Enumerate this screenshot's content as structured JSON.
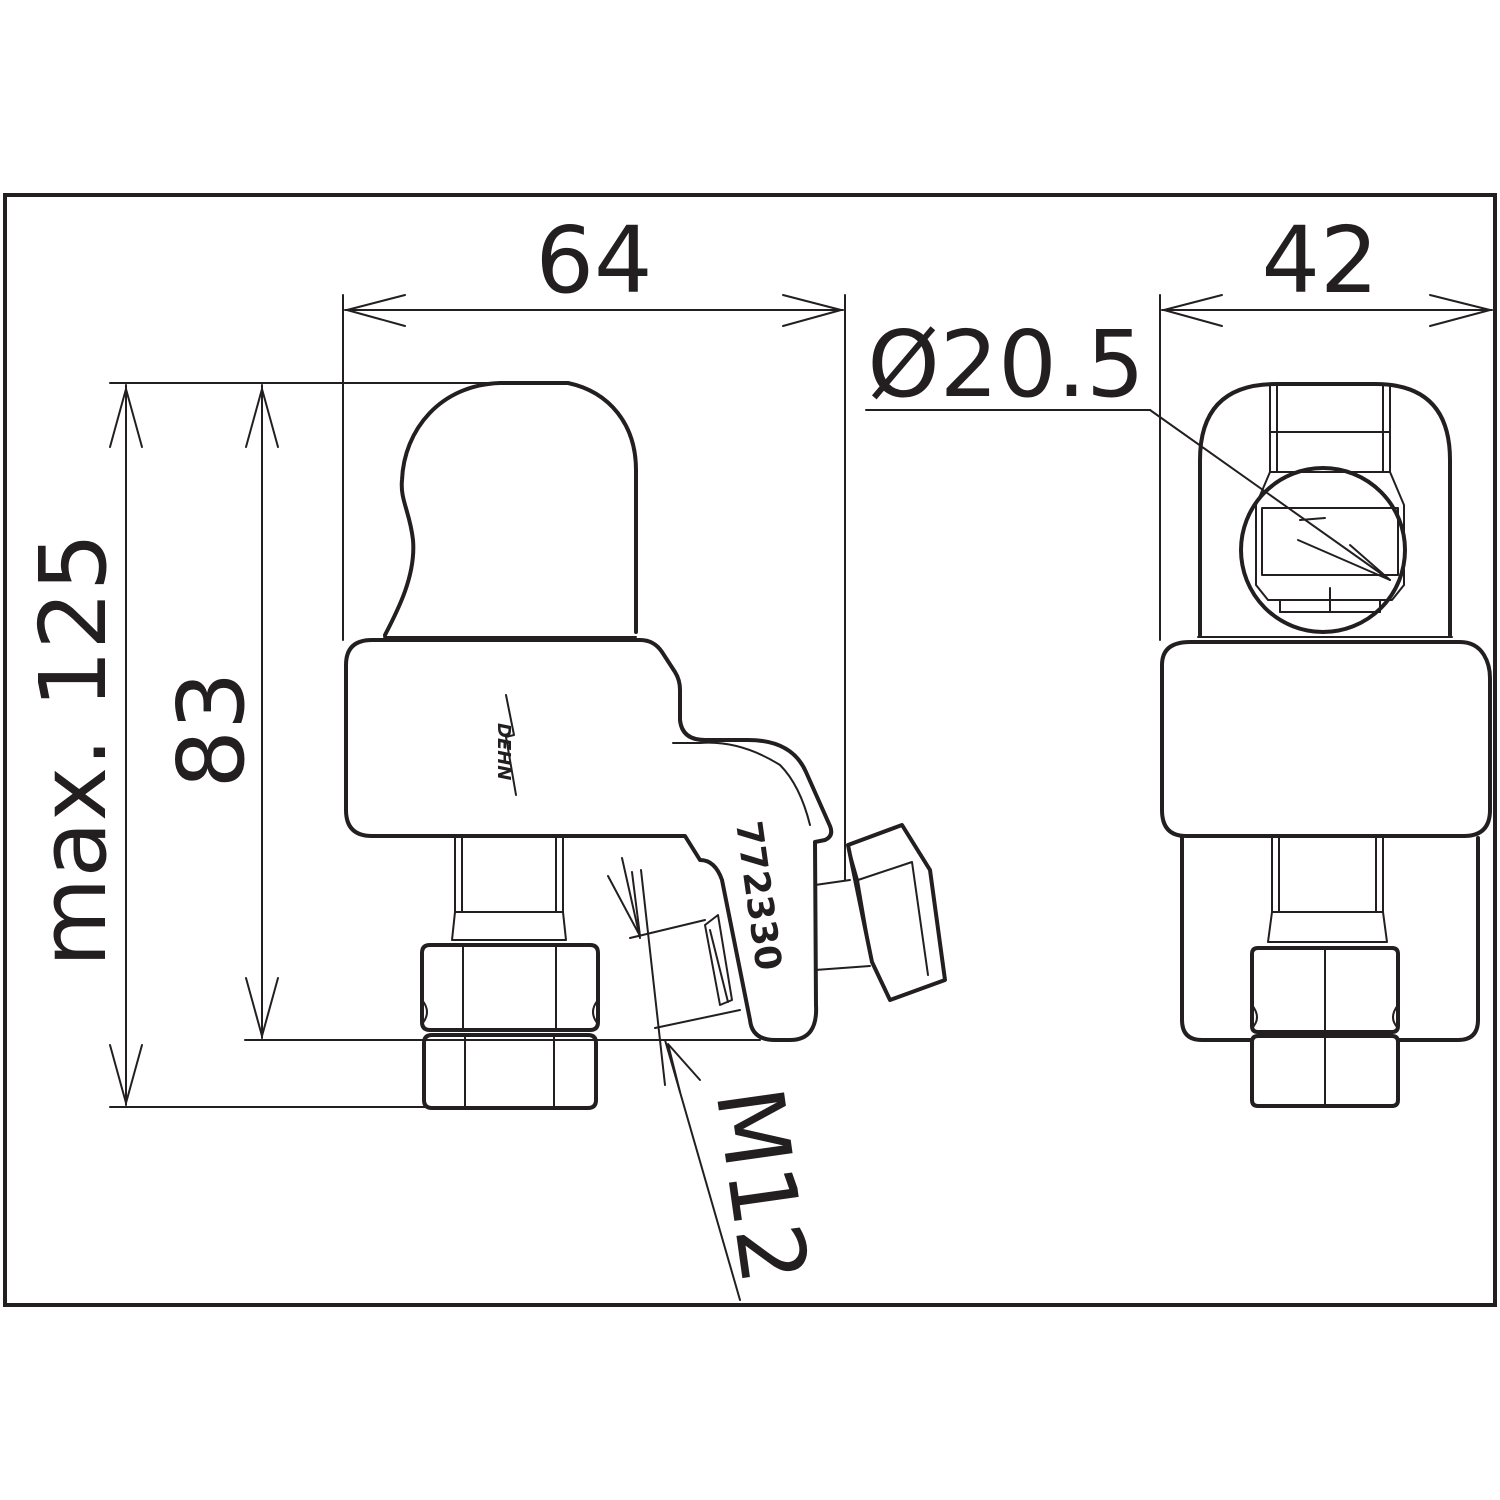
{
  "dimensions": {
    "width_side": "64",
    "width_front": "42",
    "diameter": "Ø20.5",
    "height_max": "max. 125",
    "height": "83",
    "thread": "M12"
  },
  "part_number": "772330",
  "logo_text": "DEHN",
  "colors": {
    "line": "#231f20",
    "background": "#ffffff"
  }
}
